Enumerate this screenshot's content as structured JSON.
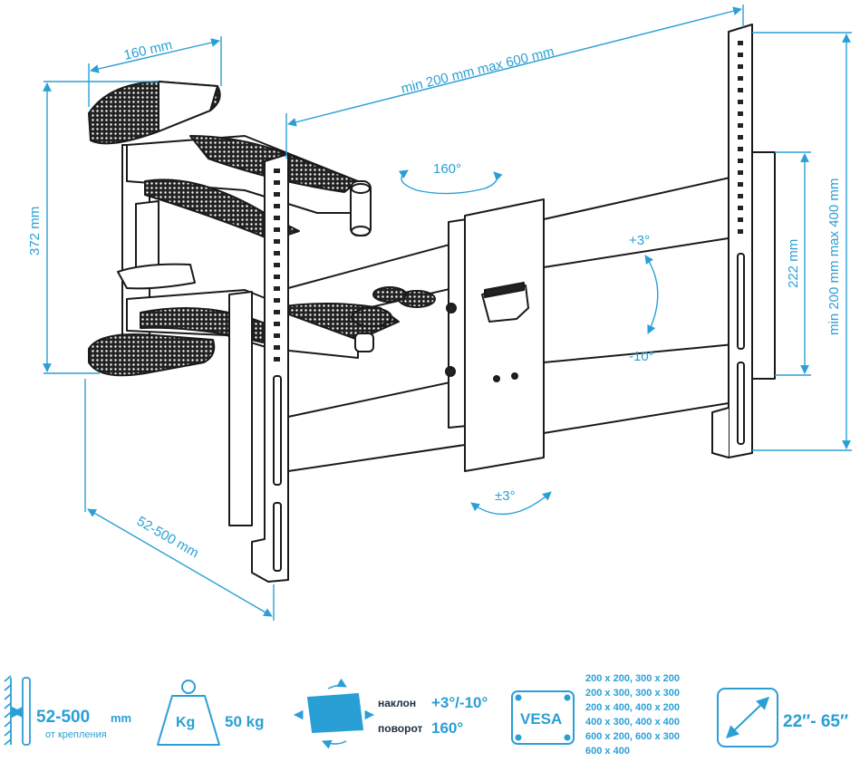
{
  "colors": {
    "accent": "#2a9fd6",
    "line": "#1a1a1a",
    "dark": "#1c2d3f"
  },
  "dimensions": {
    "arm_width": "160 mm",
    "horizontal_vesa": "min 200 mm max 600 mm",
    "vertical_vesa": "min 200 mm max 400 mm",
    "height": "372 mm",
    "plate_height": "222 mm",
    "depth": "52-500 mm",
    "swivel": "160°",
    "tilt_up": "+3°",
    "tilt_down": "-10°",
    "level": "±3°"
  },
  "specs": {
    "depth_value": "52-500",
    "depth_unit": "mm",
    "depth_caption": "от крепления",
    "weight_icon_label": "Kg",
    "weight_value": "50 kg",
    "tilt_label": "наклон",
    "tilt_value": "+3°/-10°",
    "swivel_label": "поворот",
    "swivel_value": "160°",
    "vesa_label": "VESA",
    "vesa_sizes": [
      "200 x 200, 300 x 200",
      "200 x 300, 300 x 300",
      "200 x 400, 400 x 200",
      "400 x 300, 400 x 400",
      "600 x 200, 600 x 300",
      "600 x 400"
    ],
    "screen_size": "22″- 65″"
  }
}
